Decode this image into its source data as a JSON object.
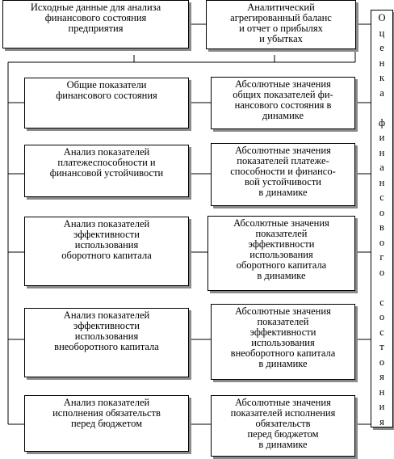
{
  "top": {
    "source": "Исходные данные для анализа\nфинансового состояния\nпредприятия",
    "balance": "Аналитический\nагрегированный баланс\nи отчет о прибылях\nи убытках"
  },
  "rows": [
    {
      "left": "Общие показатели\nфинансового состояния",
      "right": "Абсолютные значения\nобщих показателей фи-\nнансового состояния в\nдинамике"
    },
    {
      "left": "Анализ показателей\nплатежеспособности и\nфинансовой устойчивости",
      "right": "Абсолютные значения\nпоказателей  платеже-\nспособности и финансо-\nвой устойчивости\nв динамике"
    },
    {
      "left": "Анализ показателей\nэффективности\nиспользования\nоборотного капитала",
      "right": "Абсолютные значения\nпоказателей\nэффективности\nиспользования\nоборотного капитала\nв динамике"
    },
    {
      "left": "Анализ показателей\nэффективности\nиспользования\nвнеоборотного капитала",
      "right": "Абсолютные значения\nпоказателей\nэффективности\nиспользования\nвнеоборотного капитала\nв динамике"
    },
    {
      "left": "Анализ показателей\nисполнения обязательств\nперед бюджетом",
      "right": "Абсолютные значения\nпоказателей исполнения\nобязательств\nперед бюджетом\nв динамике"
    }
  ],
  "vertical_label": "Оценка финансового состояния"
}
